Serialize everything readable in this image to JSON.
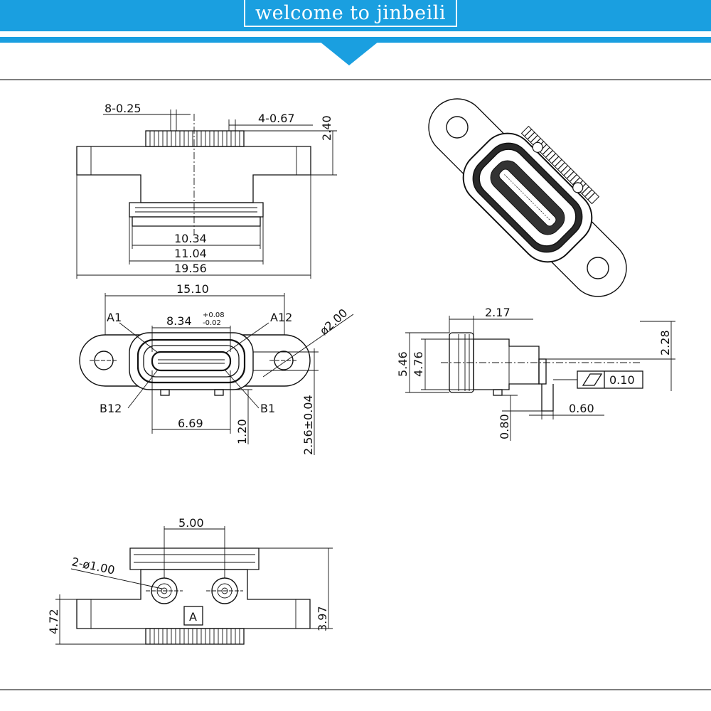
{
  "banner": {
    "title": "welcome to jinbeili",
    "color": "#1a9fe0"
  },
  "dimensions": {
    "top_view": {
      "pitch_a": "8-0.25",
      "pitch_b": "4-0.67",
      "height": "2.40",
      "inner_width": "10.34",
      "mid_width": "11.04",
      "total_width": "19.56"
    },
    "front_view": {
      "hole_span": "15.10",
      "pin_a1": "A1",
      "pin_a12": "A12",
      "port_width": "8.34",
      "port_tol_plus": "+0.08",
      "port_tol_minus": "-0.02",
      "hole_dia": "ø2.00",
      "pin_b12": "B12",
      "pin_b1": "B1",
      "bottom_width": "6.69",
      "tab_height": "1.20",
      "port_height": "2.56±0.04"
    },
    "side_view": {
      "flange_width": "2.17",
      "outer_height": "5.46",
      "inner_height": "4.76",
      "pin_offset": "2.28",
      "flatness": "0.10",
      "pin_len": "0.80",
      "pin_thick": "0.60"
    },
    "bottom_view": {
      "post_spacing": "5.00",
      "post_dia": "2-ø1.00",
      "datum": "A",
      "left_height": "4.72",
      "right_height": "3.97"
    }
  }
}
